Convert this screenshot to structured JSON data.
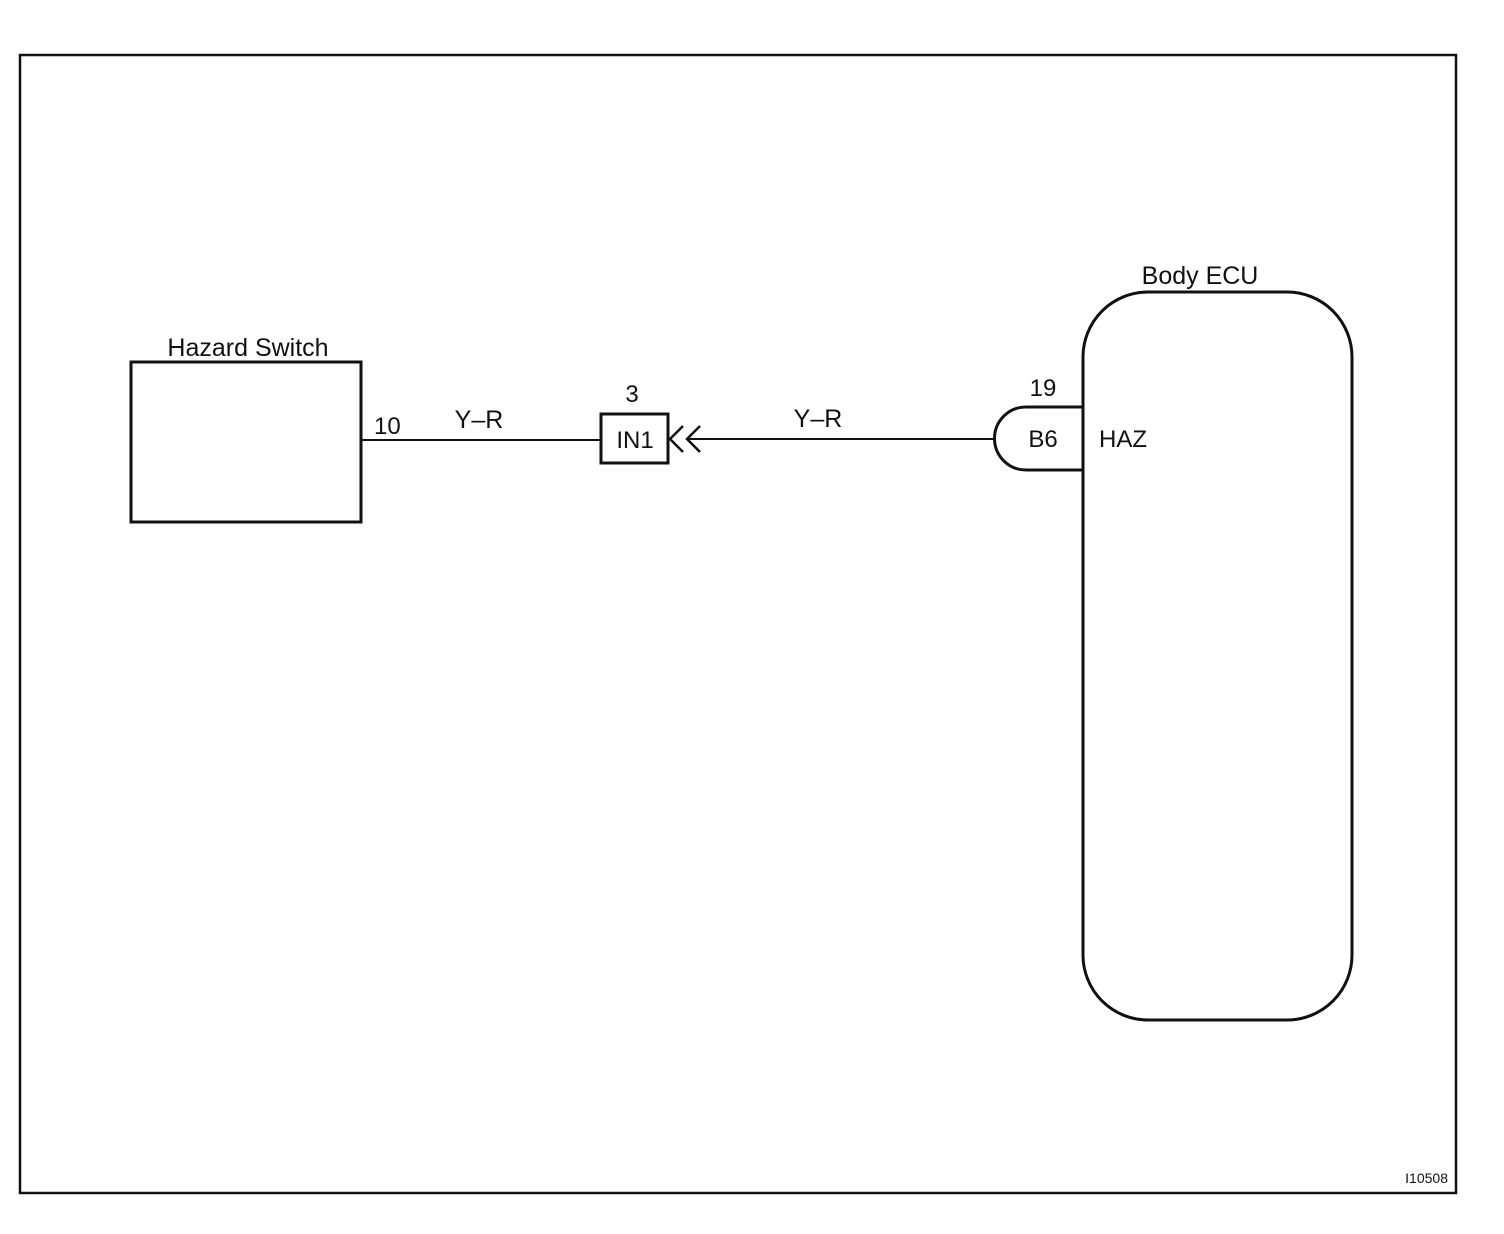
{
  "components": {
    "hazard_switch": {
      "name": "Hazard Switch",
      "pin": "10"
    },
    "junction_connector": {
      "code": "IN1",
      "pin": "3"
    },
    "body_ecu": {
      "name": "Body ECU",
      "connector": "B6",
      "pin": "19",
      "terminal": "HAZ"
    }
  },
  "wires": [
    {
      "color_code": "Y–R"
    },
    {
      "color_code": "Y–R"
    }
  ],
  "figure_code": "I10508"
}
